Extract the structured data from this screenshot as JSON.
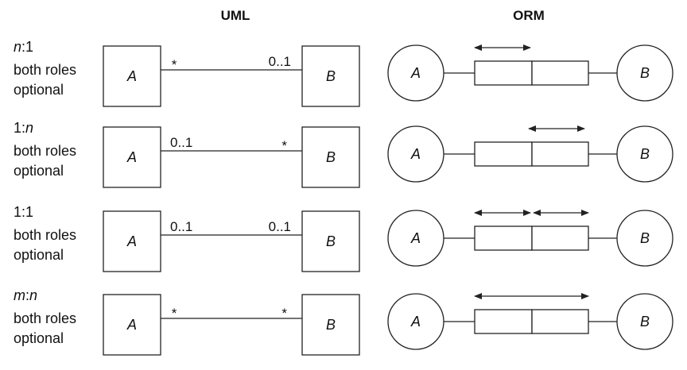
{
  "headers": {
    "uml": "UML",
    "orm": "ORM"
  },
  "rows": [
    {
      "kind_a": "n",
      "kind_sep": ":",
      "kind_b": "1",
      "kind_a_italic": true,
      "kind_b_italic": false,
      "desc_1": "both roles",
      "desc_2": "optional",
      "uml": {
        "entity_a": "A",
        "entity_b": "B",
        "mult_a": "*",
        "mult_b": "0..1"
      },
      "orm": {
        "entity_a": "A",
        "entity_b": "B",
        "uniqueness": "right-role"
      }
    },
    {
      "kind_a": "1",
      "kind_sep": ":",
      "kind_b": "n",
      "kind_a_italic": false,
      "kind_b_italic": true,
      "desc_1": "both roles",
      "desc_2": "optional",
      "uml": {
        "entity_a": "A",
        "entity_b": "B",
        "mult_a": "0..1",
        "mult_b": "*"
      },
      "orm": {
        "entity_a": "A",
        "entity_b": "B",
        "uniqueness": "left-role"
      }
    },
    {
      "kind_a": "1",
      "kind_sep": ":",
      "kind_b": "1",
      "kind_a_italic": false,
      "kind_b_italic": false,
      "desc_1": "both roles",
      "desc_2": "optional",
      "uml": {
        "entity_a": "A",
        "entity_b": "B",
        "mult_a": "0..1",
        "mult_b": "0..1"
      },
      "orm": {
        "entity_a": "A",
        "entity_b": "B",
        "uniqueness": "each-role"
      }
    },
    {
      "kind_a": "m",
      "kind_sep": ":",
      "kind_b": "n",
      "kind_a_italic": true,
      "kind_b_italic": true,
      "desc_1": "both roles",
      "desc_2": "optional",
      "uml": {
        "entity_a": "A",
        "entity_b": "B",
        "mult_a": "*",
        "mult_b": "*"
      },
      "orm": {
        "entity_a": "A",
        "entity_b": "B",
        "uniqueness": "spanning"
      }
    }
  ]
}
